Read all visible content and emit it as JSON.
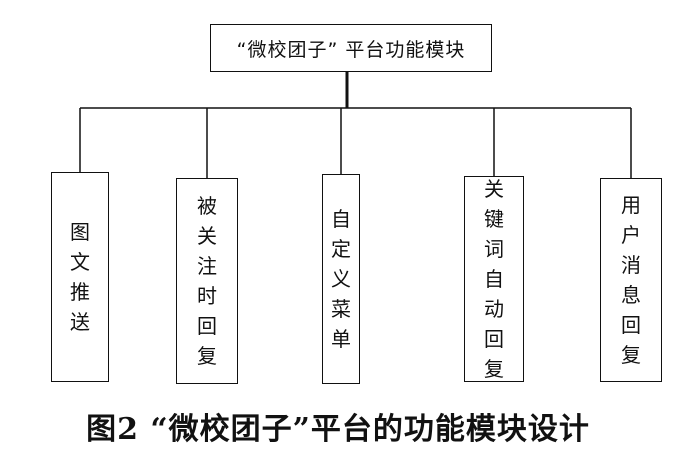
{
  "diagram": {
    "root": {
      "label": "“微校团子” 平台功能模块"
    },
    "children": [
      {
        "id": "tuwen",
        "label": "图文推送"
      },
      {
        "id": "beiguan",
        "label": "被关注时回复"
      },
      {
        "id": "zidingyi",
        "label": "自定义菜单"
      },
      {
        "id": "guanjian",
        "label": "关键词自动回复"
      },
      {
        "id": "yonghu",
        "label": "用户消息回复"
      }
    ],
    "caption": "图2 “微校团子”平台的功能模块设计",
    "line_color": "#111111"
  }
}
